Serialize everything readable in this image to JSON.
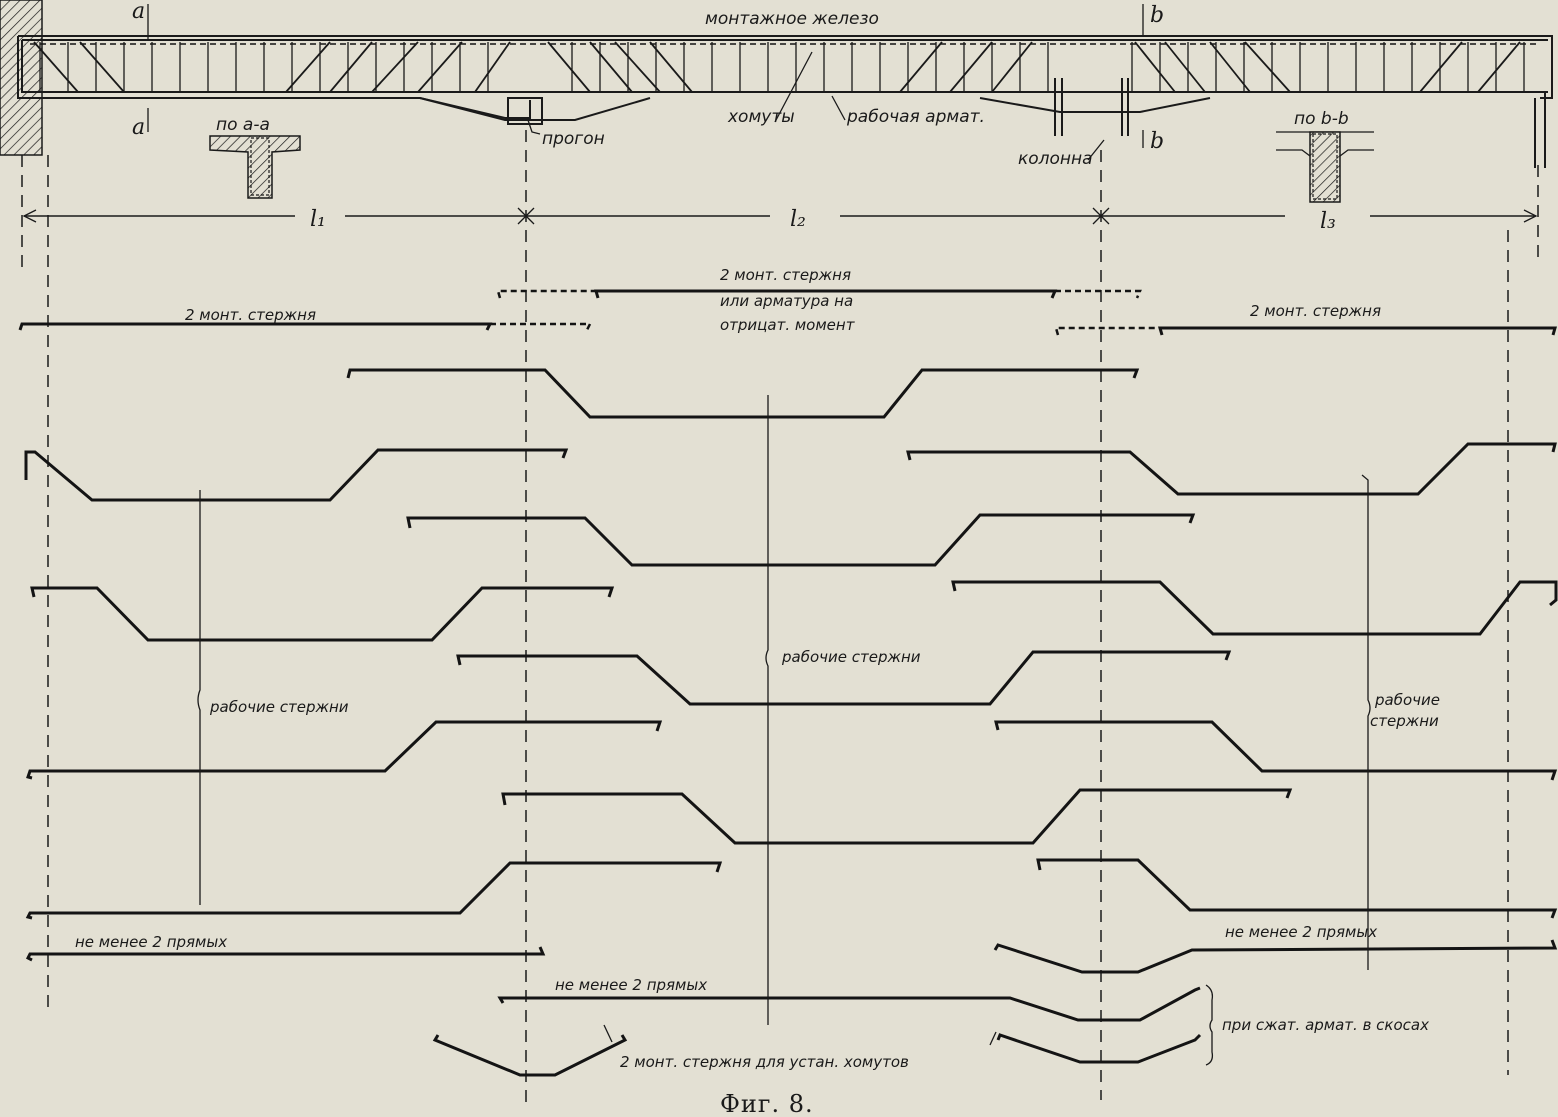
{
  "figure": {
    "caption": "Фиг. 8.",
    "colors": {
      "paper": "#e3e0d3",
      "ink": "#141414"
    }
  },
  "beam": {
    "top_label": "монтажное железо",
    "stirrups_label": "хомуты",
    "main_rebar_label": "рабочая армат.",
    "girder_label": "прогон",
    "column_label": "колонна",
    "section_a_mark": "a",
    "section_b_mark": "b"
  },
  "sections": {
    "a_title": "по a-a",
    "b_title": "по b-b"
  },
  "spans": {
    "l1": "l₁",
    "l2": "l₂",
    "l3": "l₃"
  },
  "labels": {
    "mont_bars_left": "2 монт. стержня",
    "mont_bars_center": "2 монт. стержня",
    "or_negative_line1": "или арматура на",
    "or_negative_line2": "отрицат. момент",
    "mont_bars_right": "2 монт. стержня",
    "working_bars_left": "рабочие стержни",
    "working_bars_center": "рабочие стержни",
    "working_bars_right_line1": "рабочие",
    "working_bars_right_line2": "стержни",
    "min_straight_left": "не менее 2 прямых",
    "min_straight_center": "не менее 2 прямых",
    "min_straight_right": "не менее 2 прямых",
    "compression_in_haunches": "при сжат. армат. в скосах",
    "stirrup_mount_bars": "2 монт. стержня для устан. хомутов"
  }
}
